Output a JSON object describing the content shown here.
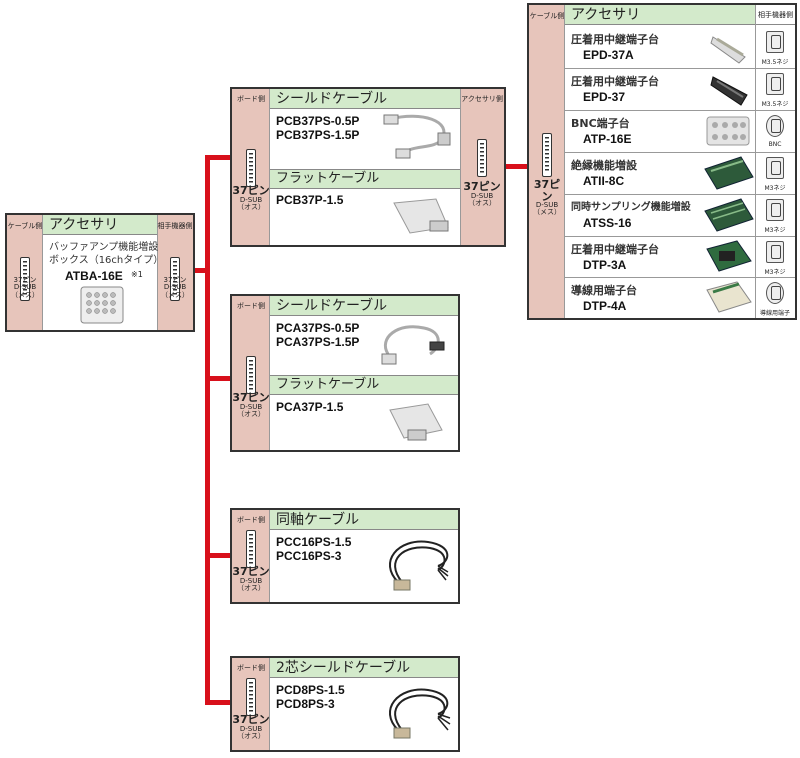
{
  "left_box": {
    "cable_side": "ケーブル側",
    "title": "アクセサリ",
    "mate_side": "相手機器側",
    "product_name": "バッファアンプ機能増設ボックス（16chタイプ）",
    "name_line1": "バッファアンプ機能増設",
    "name_line2": "ボックス（16chタイプ）",
    "part": "ATBA-16E",
    "note": "※1",
    "pin_left": {
      "pins": "37ピン",
      "type": "D-SUB",
      "gender": "（メス）"
    },
    "pin_right": {
      "pins": "37ピン",
      "type": "D-SUB",
      "gender": "（メス）"
    }
  },
  "board_side": "ボード側",
  "acc_side": "アクセサリ側",
  "male": {
    "pins": "37ピン",
    "type": "D-SUB",
    "gender": "（オス）"
  },
  "cable_boxes": [
    {
      "header": "シールドケーブル",
      "parts": [
        "PCB37PS-0.5P",
        "PCB37PS-1.5P"
      ],
      "sub_header": "フラットケーブル",
      "sub_parts": [
        "PCB37P-1.5"
      ]
    },
    {
      "header": "シールドケーブル",
      "parts": [
        "PCA37PS-0.5P",
        "PCA37PS-1.5P"
      ],
      "sub_header": "フラットケーブル",
      "sub_parts": [
        "PCA37P-1.5"
      ]
    },
    {
      "header": "同軸ケーブル",
      "parts": [
        "PCC16PS-1.5",
        "PCC16PS-3"
      ]
    },
    {
      "header": "2芯シールドケーブル",
      "parts": [
        "PCD8PS-1.5",
        "PCD8PS-3"
      ]
    }
  ],
  "right_box": {
    "cable_side": "ケーブル側",
    "title": "アクセサリ",
    "mate_side": "相手機器側",
    "pin": {
      "pins": "37ピン",
      "type": "D-SUB",
      "gender": "（メス）"
    },
    "items": [
      {
        "name": "圧着用中継端子台",
        "part": "EPD-37A",
        "mate": "M3.5ネジ"
      },
      {
        "name": "圧着用中継端子台",
        "part": "EPD-37",
        "mate": "M3.5ネジ"
      },
      {
        "name": "BNC端子台",
        "part": "ATP-16E",
        "mate": "BNC"
      },
      {
        "name": "絶縁機能増設",
        "part": "ATII-8C",
        "mate": "M3ネジ"
      },
      {
        "name": "同時サンプリング機能増設",
        "part": "ATSS-16",
        "mate": "M3ネジ"
      },
      {
        "name": "圧着用中継端子台",
        "part": "DTP-3A",
        "mate": "M3ネジ"
      },
      {
        "name": "導線用端子台",
        "part": "DTP-4A",
        "mate": "導線用端子"
      }
    ]
  },
  "colors": {
    "line": "#d8101b",
    "pin_bg": "#e7c5bb",
    "header_bg": "#d3eacb"
  }
}
